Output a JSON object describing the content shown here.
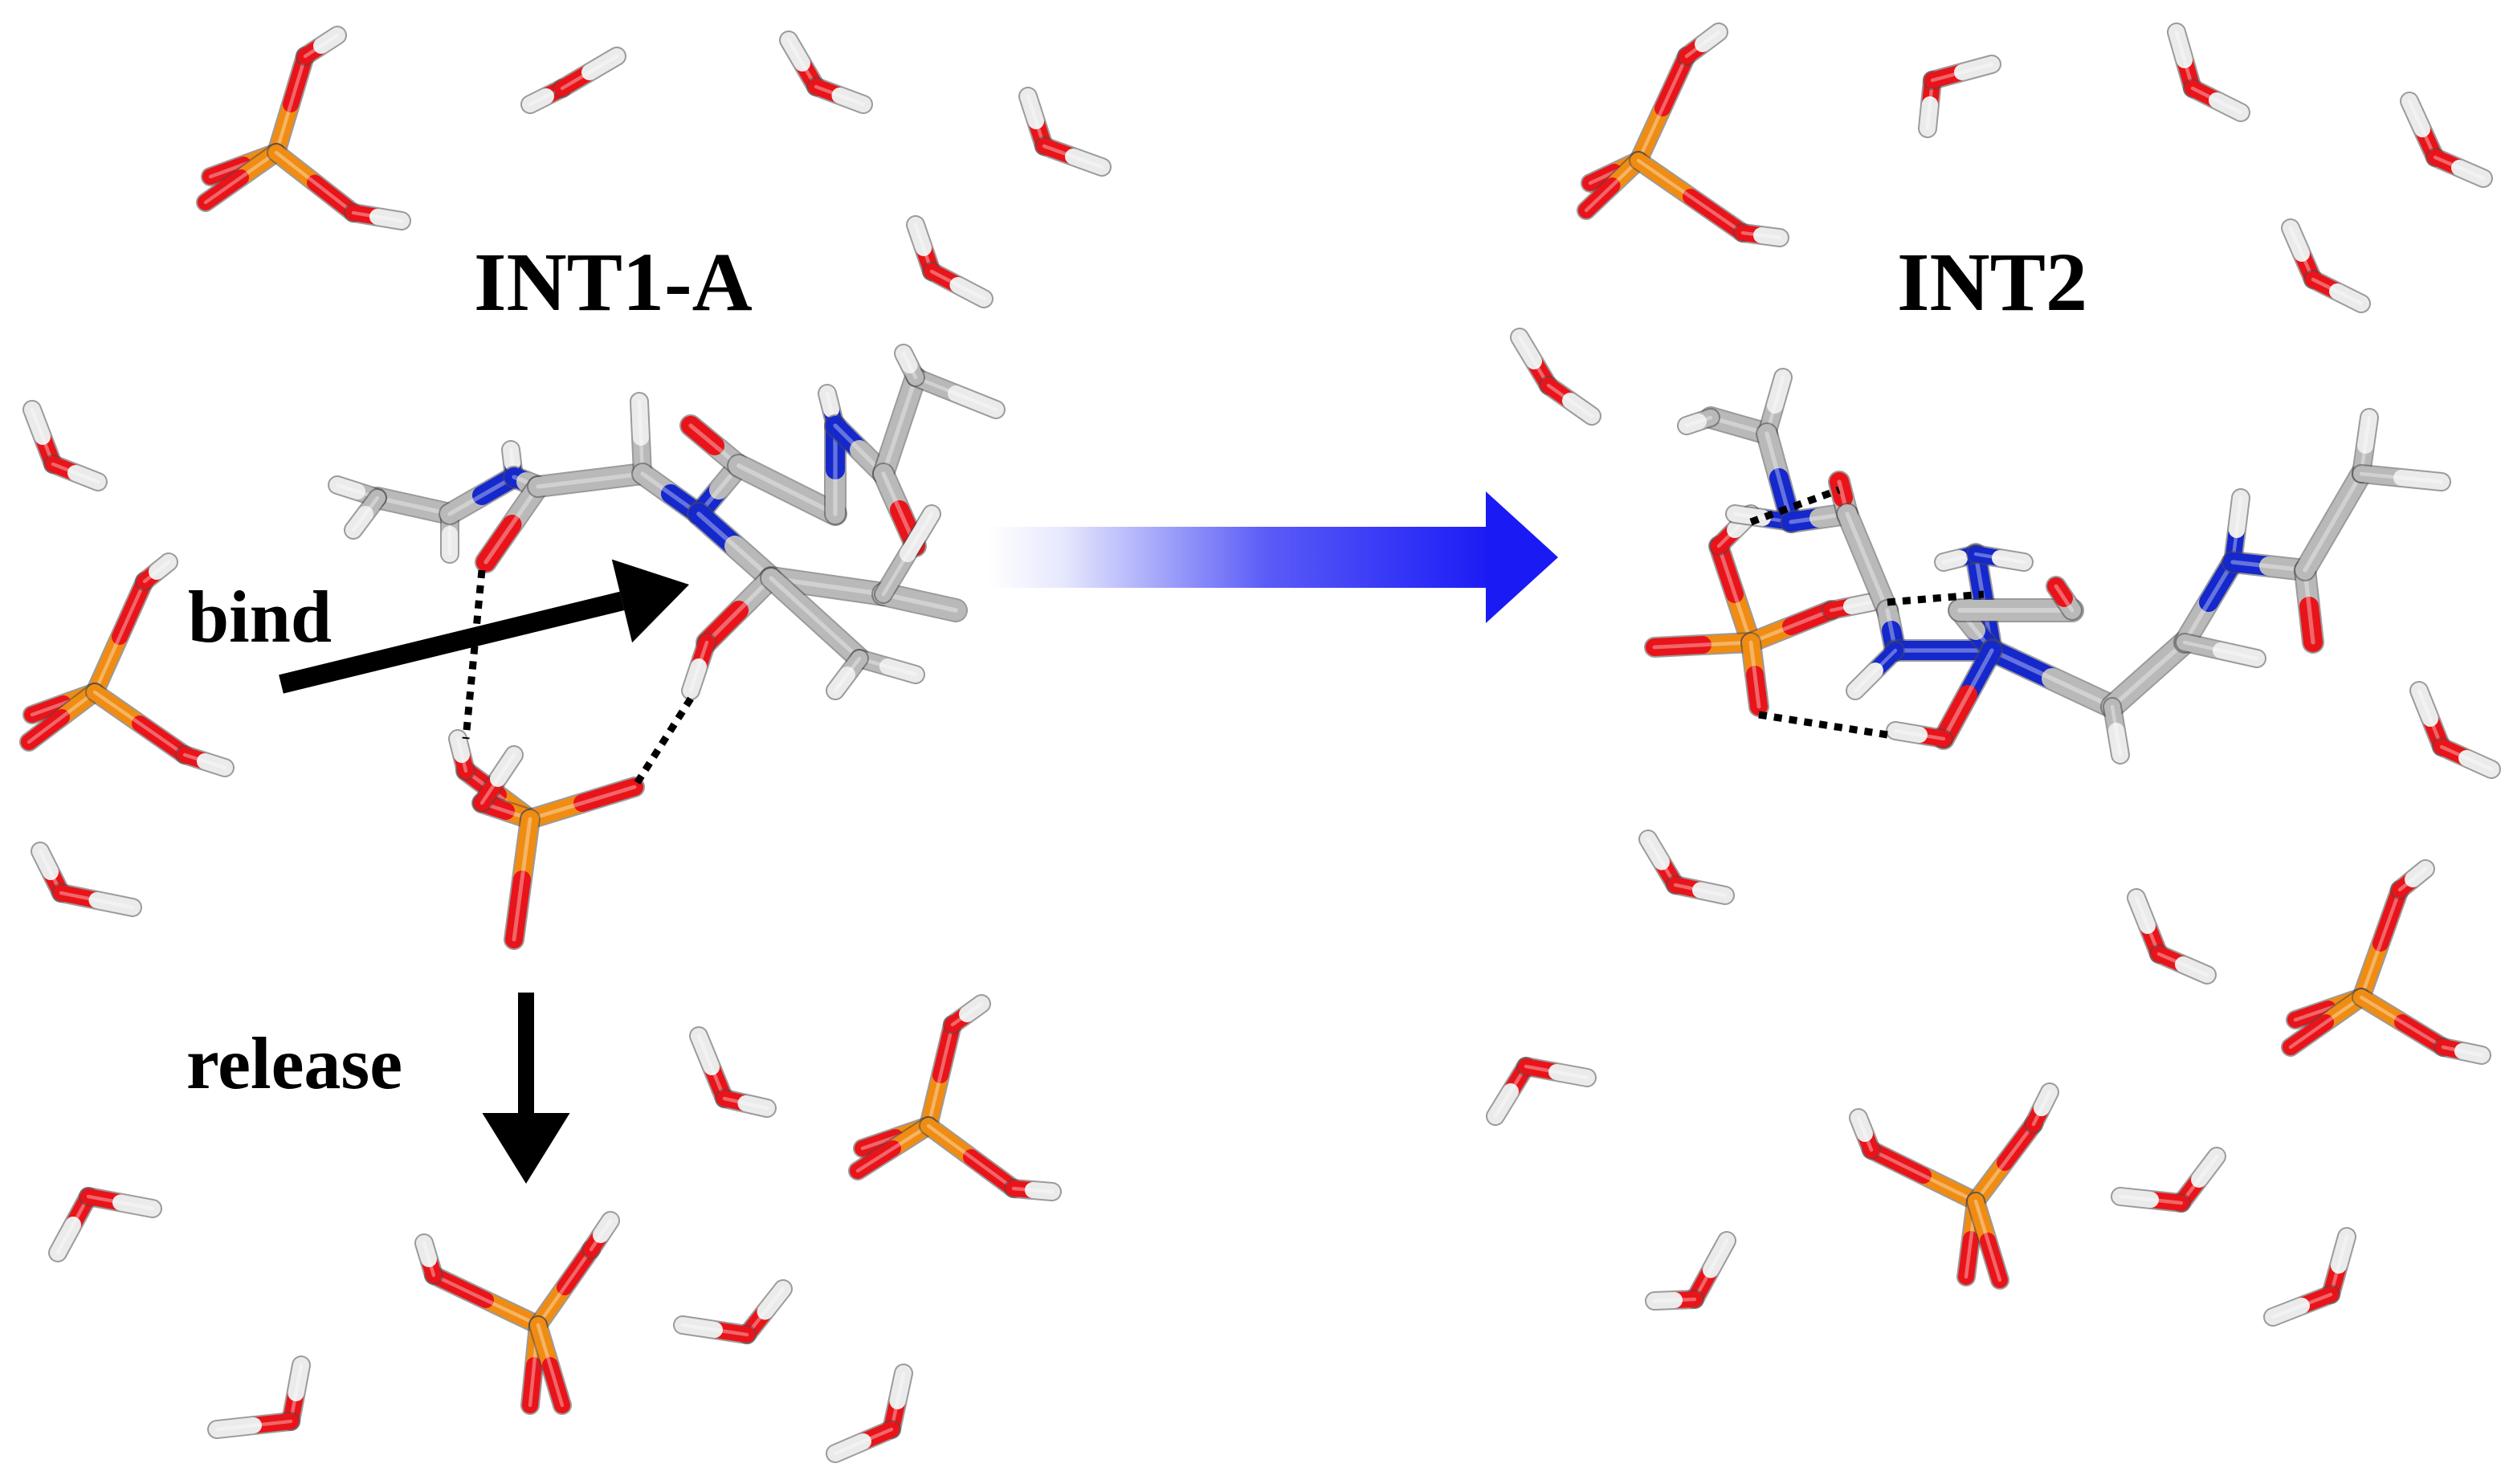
{
  "labels": {
    "left_state": "INT1-A",
    "right_state": "INT2",
    "bind": "bind",
    "release": "release"
  },
  "colors": {
    "oxygen": "#e8141a",
    "hydrogen": "#ebebeb",
    "phosphorus": "#f08c12",
    "nitrogen": "#1428cc",
    "carbon": "#b9b9b9",
    "transition_arrow": "#1a1af5",
    "action_arrow": "#000000",
    "hbond": "#000000"
  },
  "icons": {
    "water": "water-molecule-icon",
    "phosphate": "phosphoric-acid-icon",
    "peptide": "peptide-molecule-icon"
  }
}
